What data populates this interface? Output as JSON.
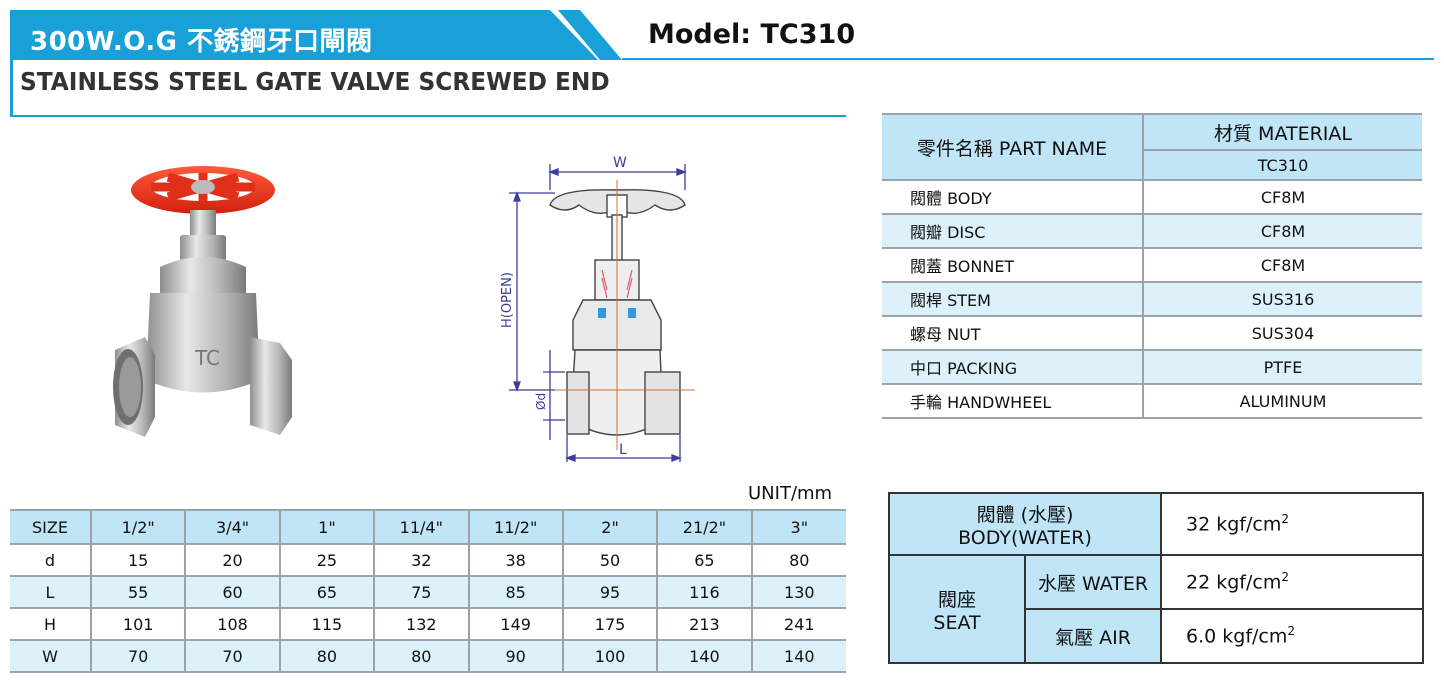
{
  "header": {
    "title": "300W.O.G  不銹鋼牙口閘閥",
    "model": "Model: TC310",
    "subtitle": "STAINLESS STEEL GATE VALVE SCREWED END",
    "accent_color": "#1aa0d8"
  },
  "drawing": {
    "w_label": "W",
    "h_label": "H(OPEN)",
    "d_label": "Ød",
    "l_label": "L"
  },
  "materials": {
    "part_header": "零件名稱  PART NAME",
    "material_header": "材質  MATERIAL",
    "model_header": "TC310",
    "rows": [
      {
        "part": "閥體  BODY",
        "material": "CF8M"
      },
      {
        "part": "閥瓣  DISC",
        "material": "CF8M"
      },
      {
        "part": "閥蓋  BONNET",
        "material": "CF8M"
      },
      {
        "part": "閥桿  STEM",
        "material": "SUS316"
      },
      {
        "part": "螺母  NUT",
        "material": "SUS304"
      },
      {
        "part": "中口  PACKING",
        "material": "PTFE"
      },
      {
        "part": "手輪  HANDWHEEL",
        "material": "ALUMINUM"
      }
    ]
  },
  "sizes": {
    "unit": "UNIT/mm",
    "header": [
      "SIZE",
      "1/2\"",
      "3/4\"",
      "1\"",
      "11/4\"",
      "11/2\"",
      "2\"",
      "21/2\"",
      "3\""
    ],
    "rows": [
      [
        "d",
        "15",
        "20",
        "25",
        "32",
        "38",
        "50",
        "65",
        "80"
      ],
      [
        "L",
        "55",
        "60",
        "65",
        "75",
        "85",
        "95",
        "116",
        "130"
      ],
      [
        "H",
        "101",
        "108",
        "115",
        "132",
        "149",
        "175",
        "213",
        "241"
      ],
      [
        "W",
        "70",
        "70",
        "80",
        "80",
        "90",
        "100",
        "140",
        "140"
      ]
    ]
  },
  "pressure": {
    "body_label_1": "閥體 (水壓)",
    "body_label_2": "BODY(WATER)",
    "body_value": "32 kgf/cm",
    "seat_label_1": "閥座",
    "seat_label_2": "SEAT",
    "water_label": "水壓  WATER",
    "water_value": "22 kgf/cm",
    "air_label": "氣壓  AIR",
    "air_value": "6.0 kgf/cm",
    "exponent": "2"
  }
}
